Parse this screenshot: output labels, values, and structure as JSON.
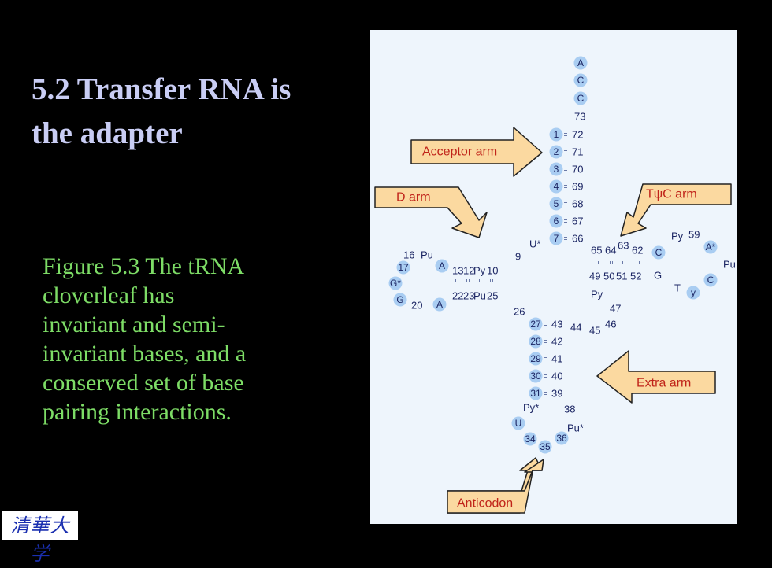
{
  "title": {
    "line1": "5.2 Transfer RNA is",
    "line2": "the adapter"
  },
  "caption": {
    "lines": [
      "Figure  5.3 The tRNA",
      "cloverleaf  has",
      "invariant  and semi-",
      "invariant  bases, and a",
      "conserved  set of base",
      "pairing  interactions."
    ]
  },
  "logo": {
    "text": "清華大学"
  },
  "diagram": {
    "labels": {
      "acceptor": "Acceptor arm",
      "d_arm": "D arm",
      "tpsic": "TψC arm",
      "extra": "Extra arm",
      "anticodon": "Anticodon"
    },
    "acceptor_top": [
      "A",
      "C",
      "C",
      "73"
    ],
    "acceptor_pairs": [
      [
        "1",
        "72"
      ],
      [
        "2",
        "71"
      ],
      [
        "3",
        "70"
      ],
      [
        "4",
        "69"
      ],
      [
        "5",
        "68"
      ],
      [
        "6",
        "67"
      ],
      [
        "7",
        "66"
      ]
    ],
    "u8": "U*",
    "n9": "9",
    "d_stem_top": [
      "13",
      "12",
      "Py",
      "10"
    ],
    "d_stem_bottom": [
      "22",
      "23",
      "Pu",
      "25"
    ],
    "d_loop": [
      "16",
      "Pu",
      "A",
      "17",
      "G*",
      "G",
      "20",
      "A"
    ],
    "n26": "26",
    "t_stem_top": [
      "65",
      "64",
      "63",
      "62",
      "C"
    ],
    "t_stem_bottom": [
      "49",
      "50",
      "51",
      "52",
      "G"
    ],
    "t_loop": [
      "Py",
      "59",
      "A*",
      "Pu",
      "C",
      "y",
      "T"
    ],
    "extra_loop": [
      "Py",
      "47",
      "46",
      "45",
      "44"
    ],
    "anticodon_pairs": [
      [
        "27",
        "43"
      ],
      [
        "28",
        "42"
      ],
      [
        "29",
        "41"
      ],
      [
        "30",
        "40"
      ],
      [
        "31",
        "39"
      ]
    ],
    "anticodon_loop": [
      "Py*",
      "38",
      "U",
      "Pu*",
      "34",
      "35",
      "36"
    ]
  }
}
